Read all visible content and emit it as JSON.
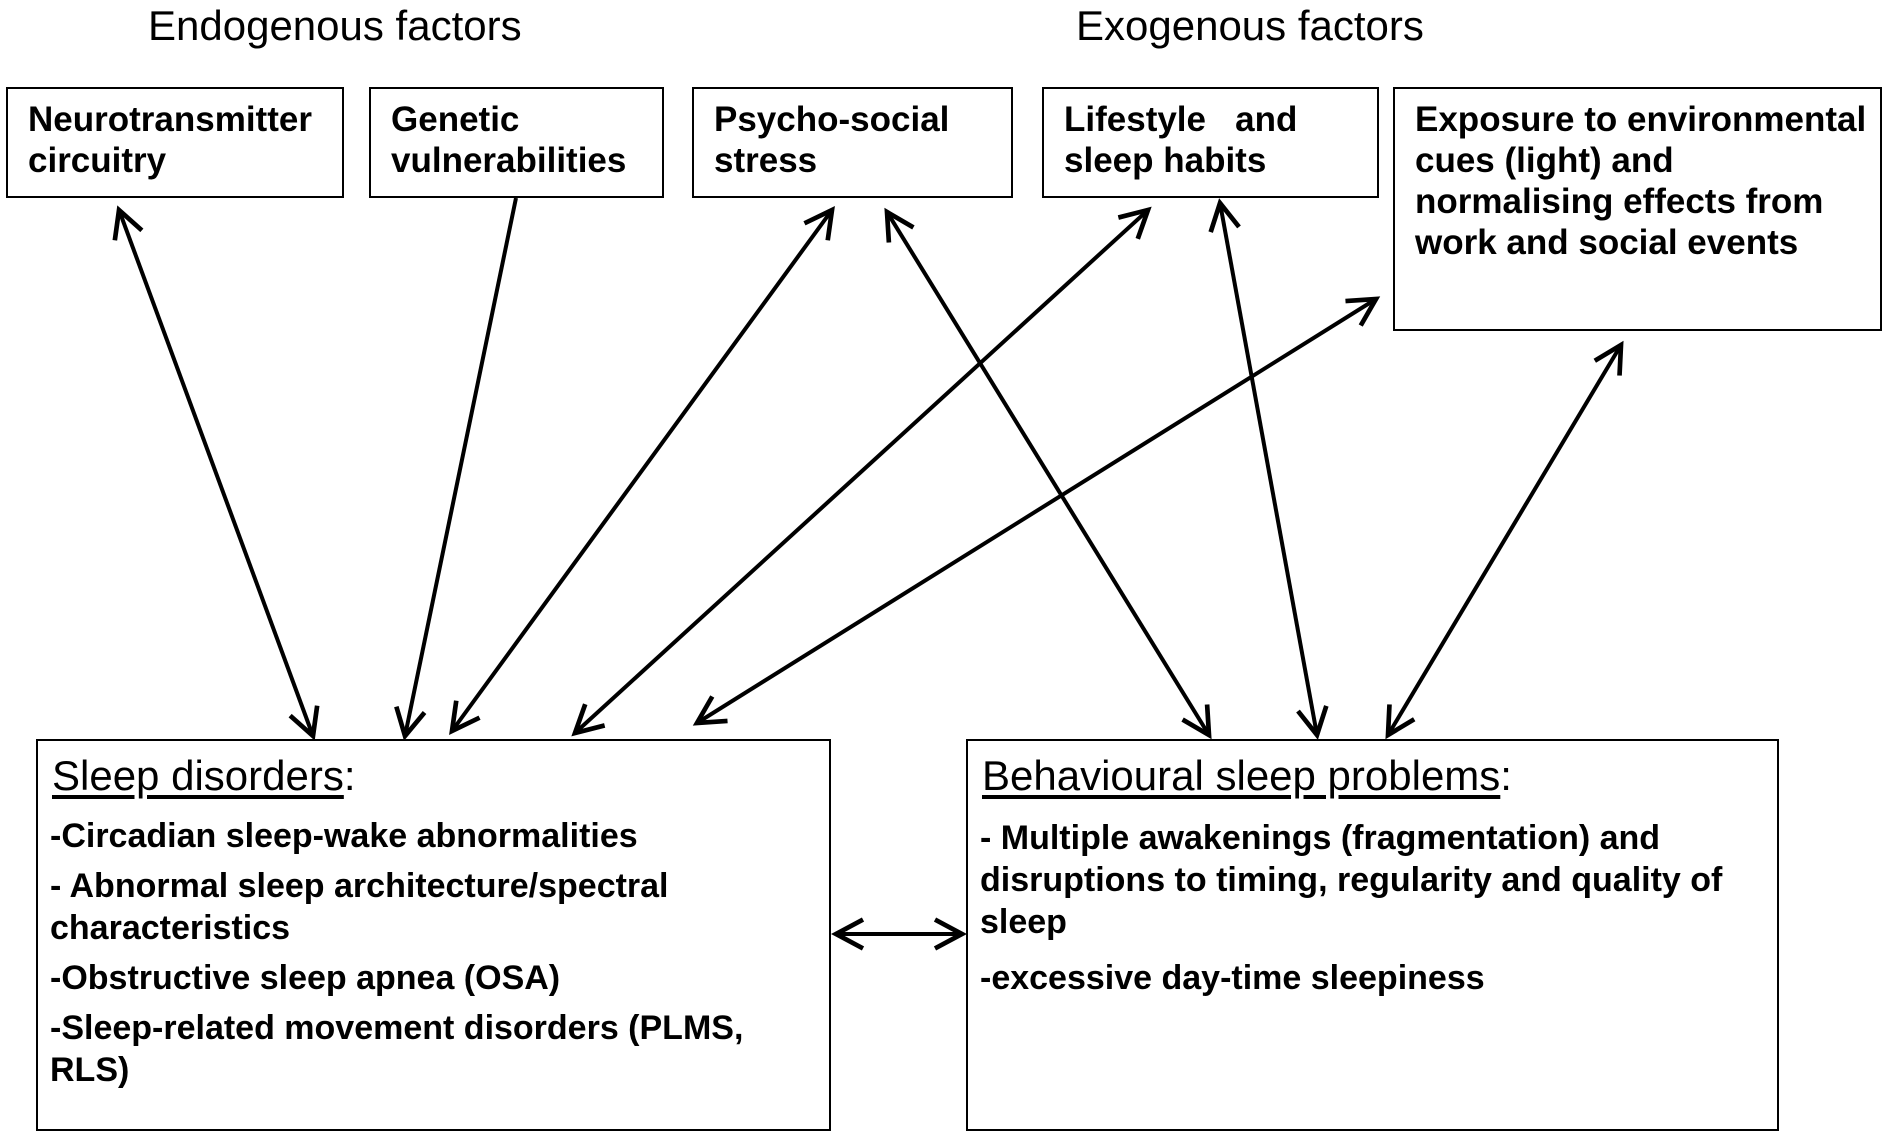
{
  "headings": {
    "endogenous": "Endogenous factors",
    "exogenous": "Exogenous factors"
  },
  "factors": [
    {
      "label": "Neurotransmitter circuitry"
    },
    {
      "label": "Genetic vulnerabilities"
    },
    {
      "label": "Psycho-social stress"
    },
    {
      "label": "Lifestyle   and sleep habits"
    },
    {
      "label": "Exposure to environmental cues (light) and normalising effects from work and social events"
    }
  ],
  "sleep_disorders": {
    "title": "Sleep disorders",
    "title_suffix": ":",
    "items": [
      "-Circadian sleep-wake abnormalities",
      "- Abnormal sleep architecture/spectral characteristics",
      "-Obstructive sleep apnea (OSA)",
      "-Sleep-related movement disorders (PLMS, RLS)"
    ]
  },
  "behavioural_problems": {
    "title": "Behavioural sleep problems",
    "title_suffix": ":",
    "items": [
      "- Multiple awakenings (fragmentation) and disruptions to timing, regularity and quality of sleep",
      "-excessive day-time sleepiness"
    ]
  },
  "arrows": [
    {
      "from": "Neurotransmitter circuitry",
      "to": "Sleep disorders",
      "direction": "both"
    },
    {
      "from": "Genetic vulnerabilities",
      "to": "Sleep disorders",
      "direction": "forward"
    },
    {
      "from": "Psycho-social stress",
      "to": "Sleep disorders",
      "direction": "both"
    },
    {
      "from": "Lifestyle and sleep habits",
      "to": "Sleep disorders",
      "direction": "both"
    },
    {
      "from": "Exposure to environmental cues",
      "to": "Sleep disorders",
      "direction": "both"
    },
    {
      "from": "Psycho-social stress",
      "to": "Behavioural sleep problems",
      "direction": "both"
    },
    {
      "from": "Lifestyle and sleep habits",
      "to": "Behavioural sleep problems",
      "direction": "both"
    },
    {
      "from": "Exposure to environmental cues",
      "to": "Behavioural sleep problems",
      "direction": "both"
    },
    {
      "from": "Sleep disorders",
      "to": "Behavioural sleep problems",
      "direction": "both"
    }
  ],
  "colors": {
    "line": "#000000",
    "background": "#ffffff",
    "text": "#000000"
  }
}
